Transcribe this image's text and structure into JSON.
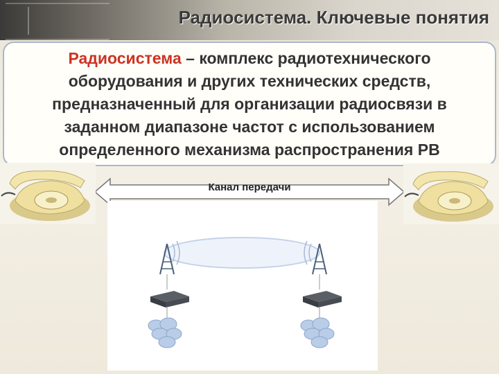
{
  "slide": {
    "title": "Радиосистема. Ключевые понятия",
    "definition": {
      "term": "Радиосистема",
      "lines": [
        " – комплекс радиотехнического",
        "оборудования и других технических средств,",
        "предназначенный для организации радиосвязи в",
        "заданном диапазоне частот с использованием",
        "определенного механизма распространения РВ"
      ]
    },
    "channel_label": "Канал передачи"
  },
  "colors": {
    "term": "#cc3322",
    "text": "#333333",
    "arrow_fill": "#ffffff",
    "antenna": "#4a5f7a",
    "cloud": "#b9cce8"
  },
  "icons": [
    "telephone-icon",
    "double-arrow-icon",
    "antenna-tower-icon",
    "router-icon",
    "cloud-network-icon",
    "radio-wave-icon"
  ]
}
